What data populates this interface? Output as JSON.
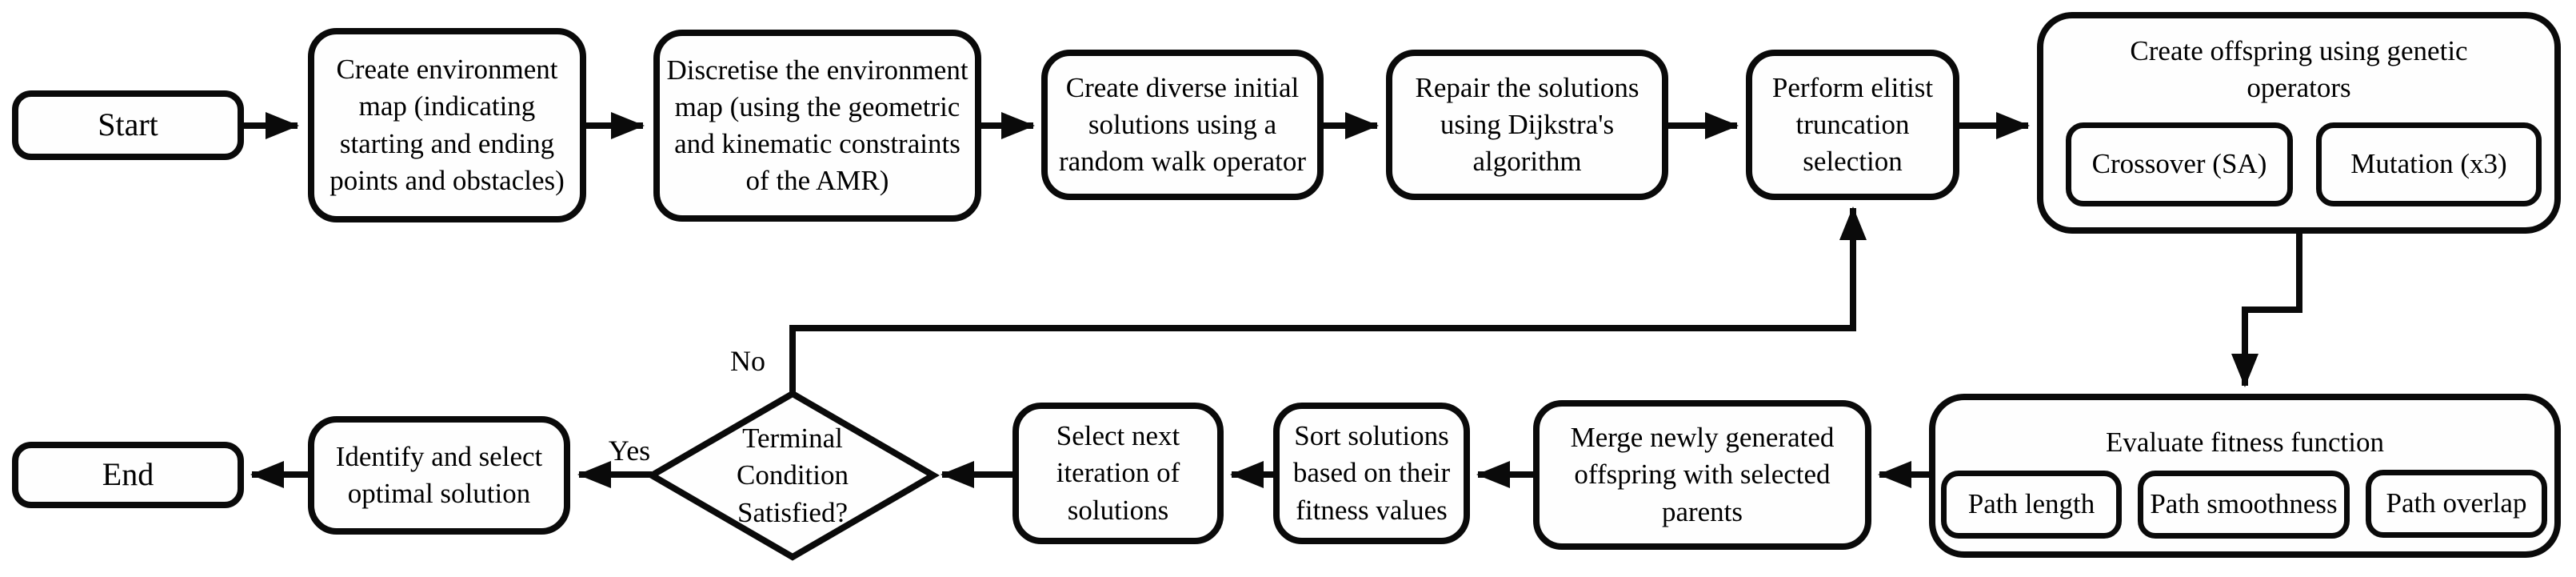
{
  "diagram": {
    "colors": {
      "stroke": "#0a0a0a",
      "fill": "#fefefe",
      "background": "#ffffff"
    },
    "nodes": {
      "start": "Start",
      "create_map": "Create environment\nmap (indicating\nstarting and ending\npoints and obstacles)",
      "discretise": "Discretise the environment\nmap (using the geometric\nand kinematic constraints\nof the AMR)",
      "initial_solutions": "Create diverse initial\nsolutions using a\nrandom walk operator",
      "repair": "Repair the solutions\nusing Dijkstra's\nalgorithm",
      "elitist": "Perform elitist\ntruncation\nselection",
      "offspring": {
        "title": "Create offspring using genetic\noperators",
        "crossover": "Crossover (SA)",
        "mutation": "Mutation (x3)"
      },
      "evaluate": {
        "title": "Evaluate fitness function",
        "path_length": "Path length",
        "path_smoothness": "Path smoothness",
        "path_overlap": "Path overlap"
      },
      "merge": "Merge newly generated\noffspring with selected\nparents",
      "sort": "Sort solutions\nbased on their\nfitness values",
      "select_next": "Select next\niteration of\nsolutions",
      "terminal_condition": "Terminal\nCondition\nSatisfied?",
      "identify": "Identify and select\noptimal solution",
      "end": "End"
    },
    "edge_labels": {
      "no": "No",
      "yes": "Yes"
    }
  }
}
